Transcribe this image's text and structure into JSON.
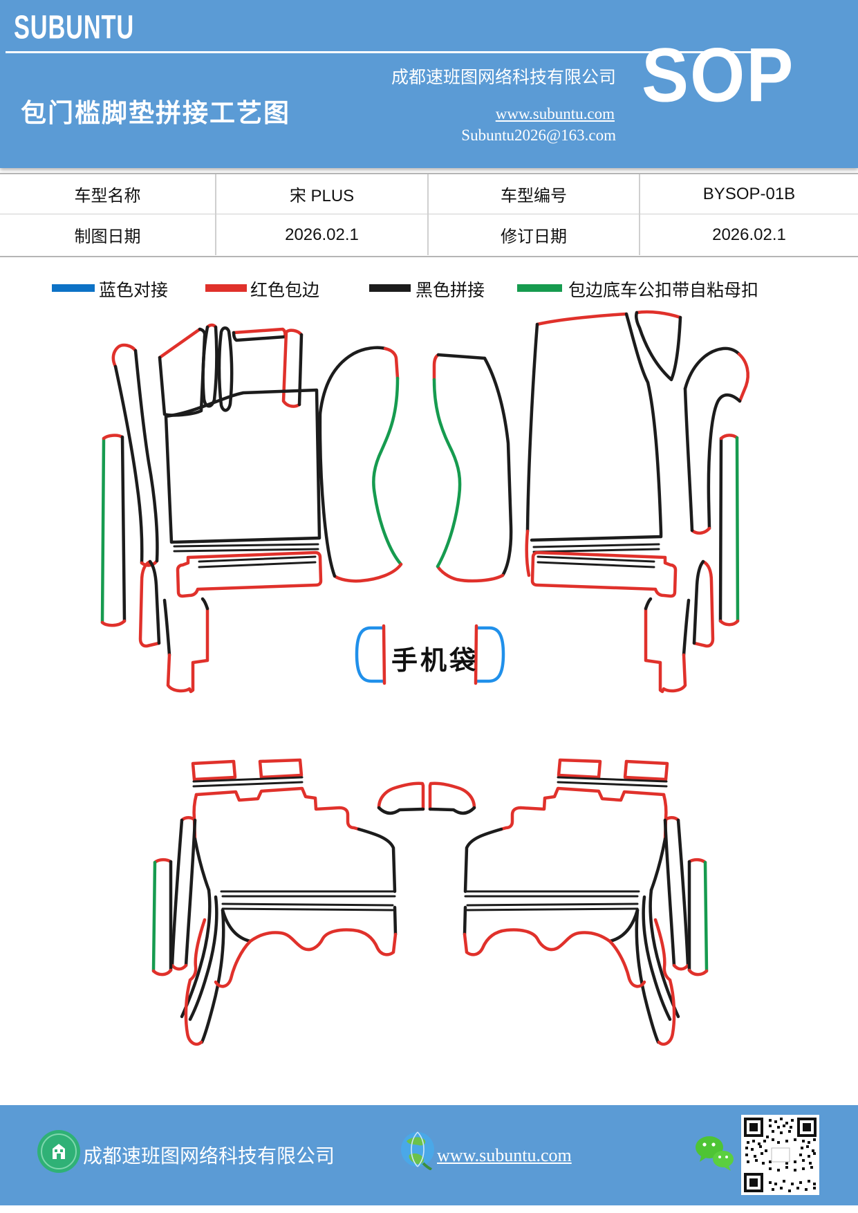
{
  "header": {
    "logo": "SUBUNTU",
    "company": "成都速班图网络科技有限公司",
    "title": "包门槛脚垫拼接工艺图",
    "website": "www.subuntu.com",
    "email": "Subuntu2026@163.com",
    "badge": "SOP",
    "bg_color": "#5b9bd5"
  },
  "info_table": {
    "rows": [
      {
        "cells": [
          "车型名称",
          "宋 PLUS",
          "车型编号",
          "BYSOP-01B"
        ]
      },
      {
        "cells": [
          "制图日期",
          "2026.02.1",
          "修订日期",
          "2026.02.1"
        ]
      }
    ]
  },
  "legend": {
    "items": [
      {
        "label": "蓝色对接",
        "color": "#0d72c6"
      },
      {
        "label": "红色包边",
        "color": "#e0312b"
      },
      {
        "label": "黑色拼接",
        "color": "#1c1c1c"
      },
      {
        "label": "包边底车公扣带自粘母扣",
        "color": "#169b4f"
      }
    ]
  },
  "diagram": {
    "phone_bag_label": "手机袋",
    "line_colors": {
      "blue_butt_joint": "#2090ea",
      "red_edge_wrap": "#e0312b",
      "black_splice": "#1c1c1c",
      "green_buckle": "#169b4f"
    }
  },
  "footer": {
    "company": "成都速班图网络科技有限公司",
    "website": "www.subuntu.com",
    "bg_color": "#5b9bd5",
    "icons": [
      "building-icon",
      "globe-icon",
      "wechat-icon",
      "qr-code"
    ]
  }
}
